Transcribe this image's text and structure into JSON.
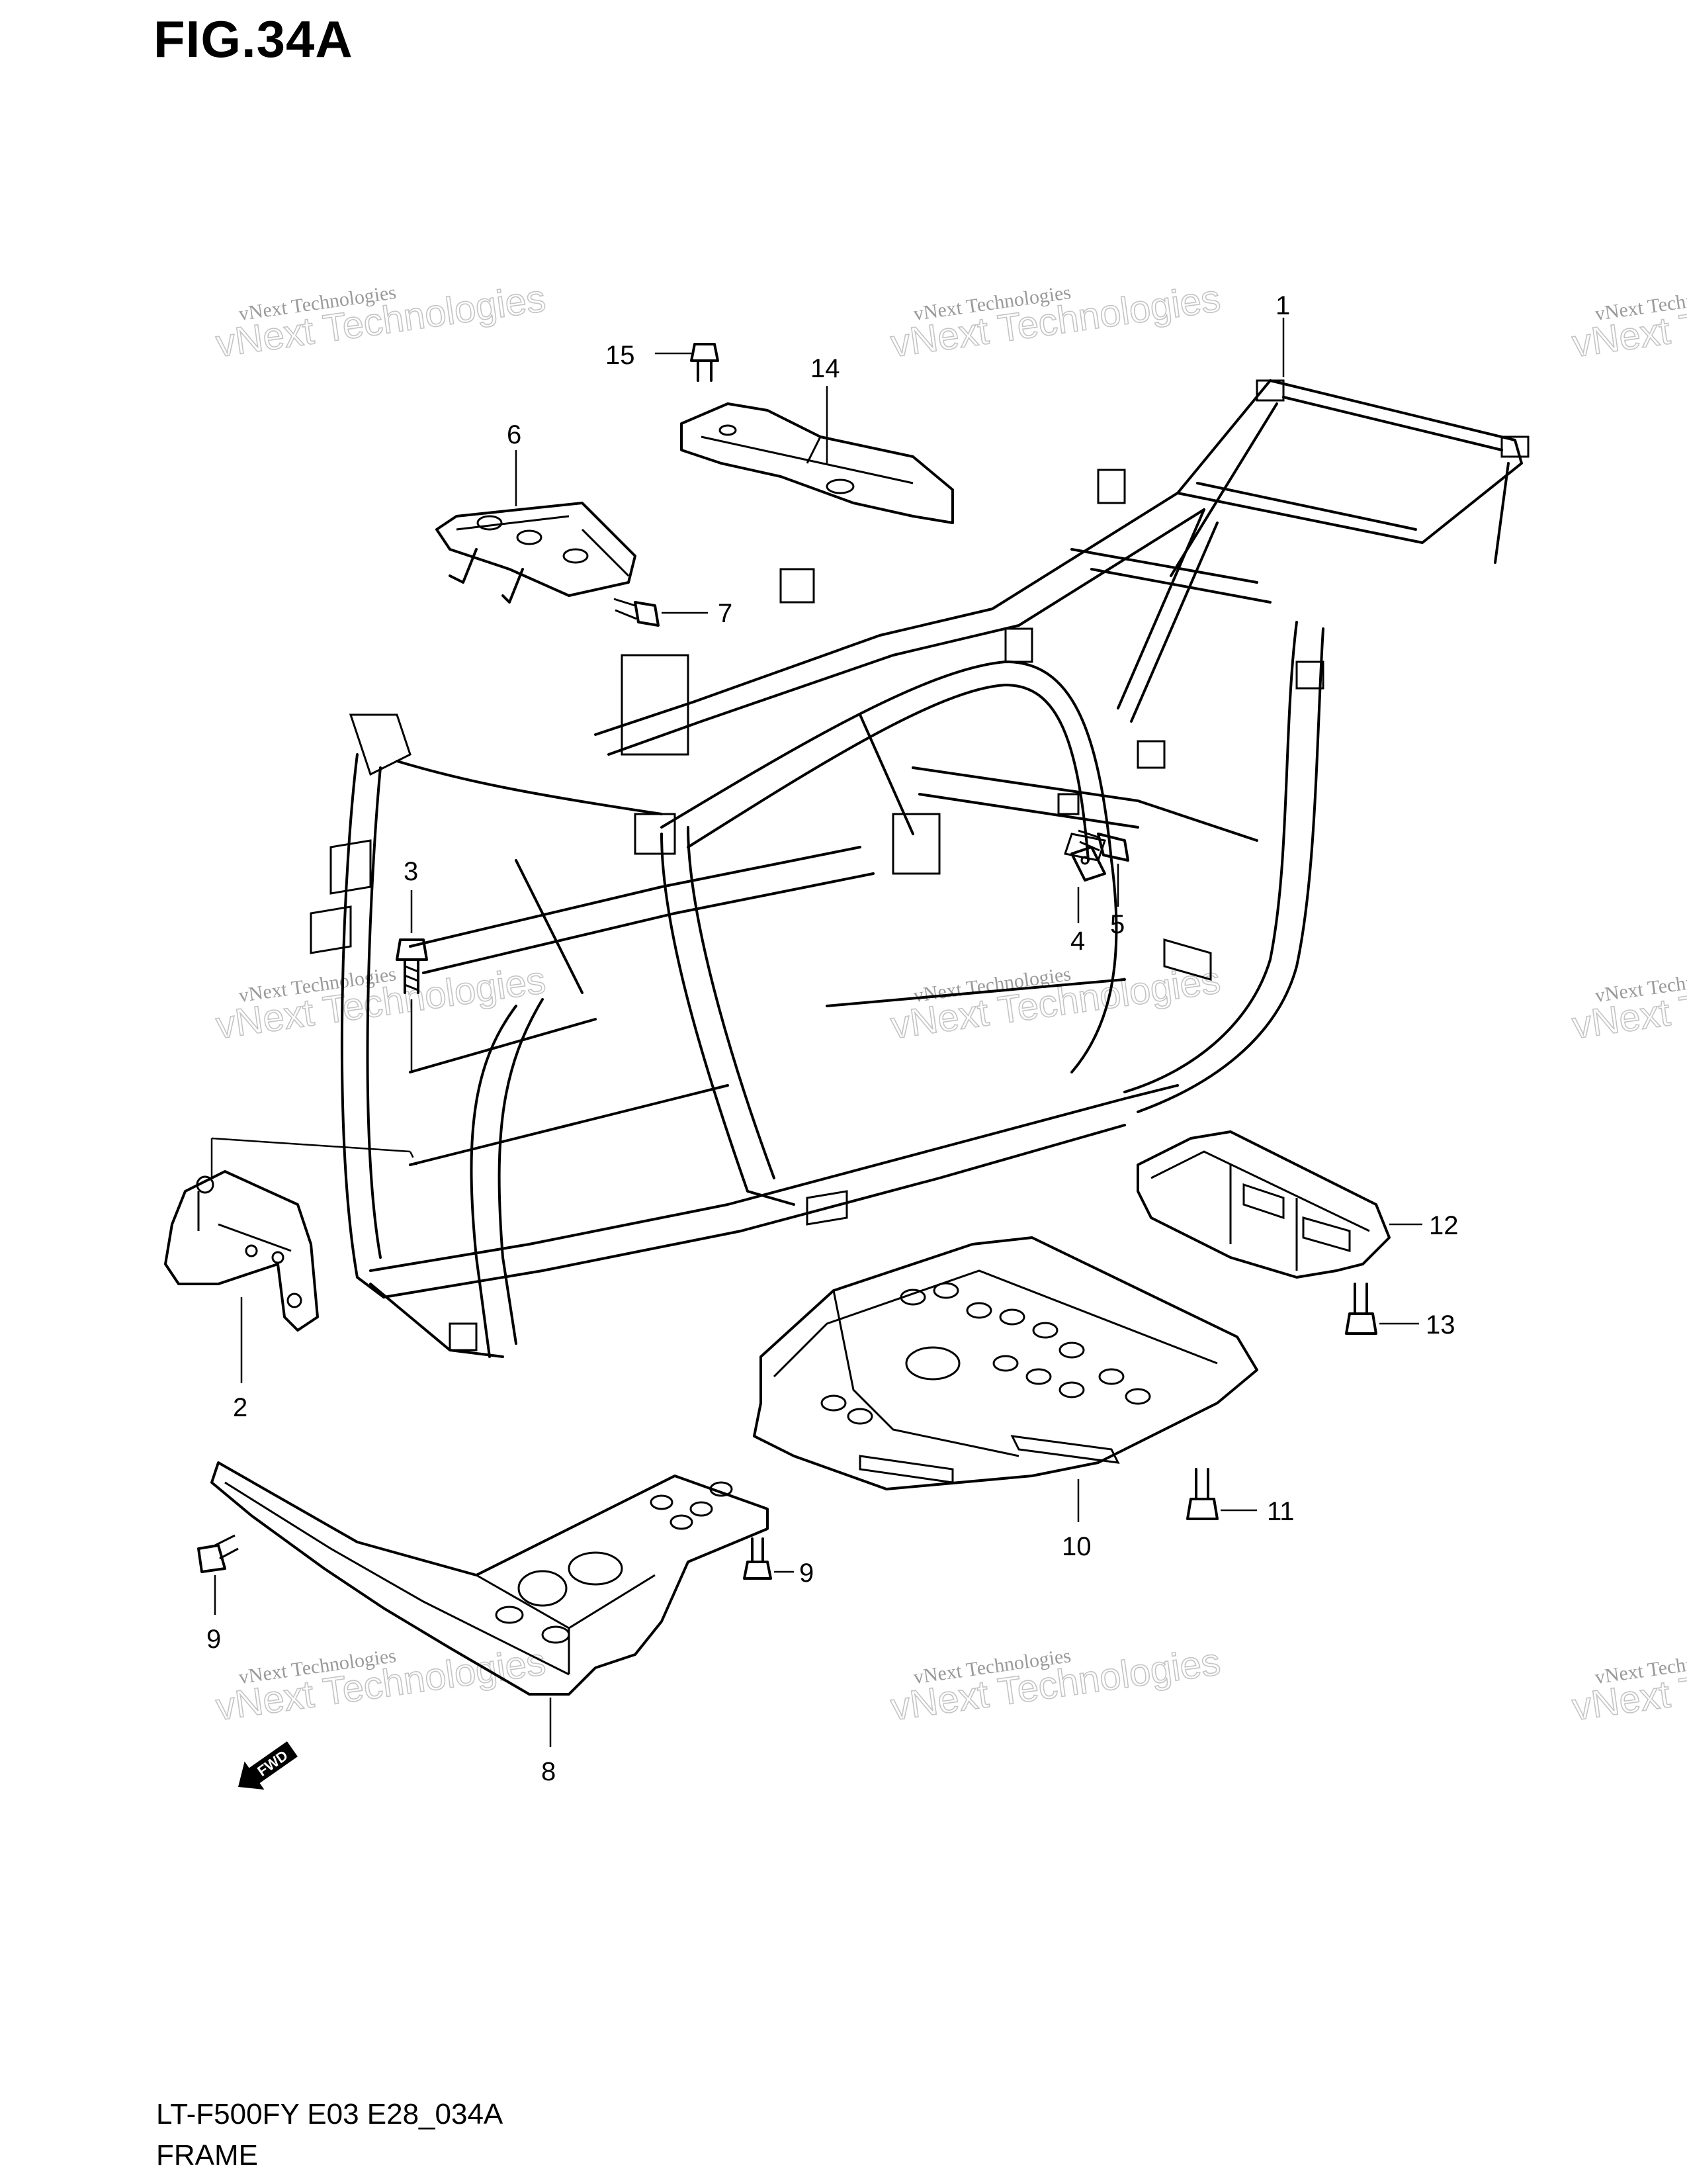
{
  "figure": {
    "title": "FIG.34A",
    "model_code": "LT-F500FY E03 E28_034A",
    "section_name": "FRAME"
  },
  "watermark": {
    "line1": "vNext Technologies",
    "line2": "vNext Technologies"
  },
  "fwd_label": "FWD",
  "callouts": [
    "1",
    "2",
    "3",
    "4",
    "5",
    "6",
    "7",
    "8",
    "9",
    "9",
    "10",
    "11",
    "12",
    "13",
    "14",
    "15"
  ]
}
